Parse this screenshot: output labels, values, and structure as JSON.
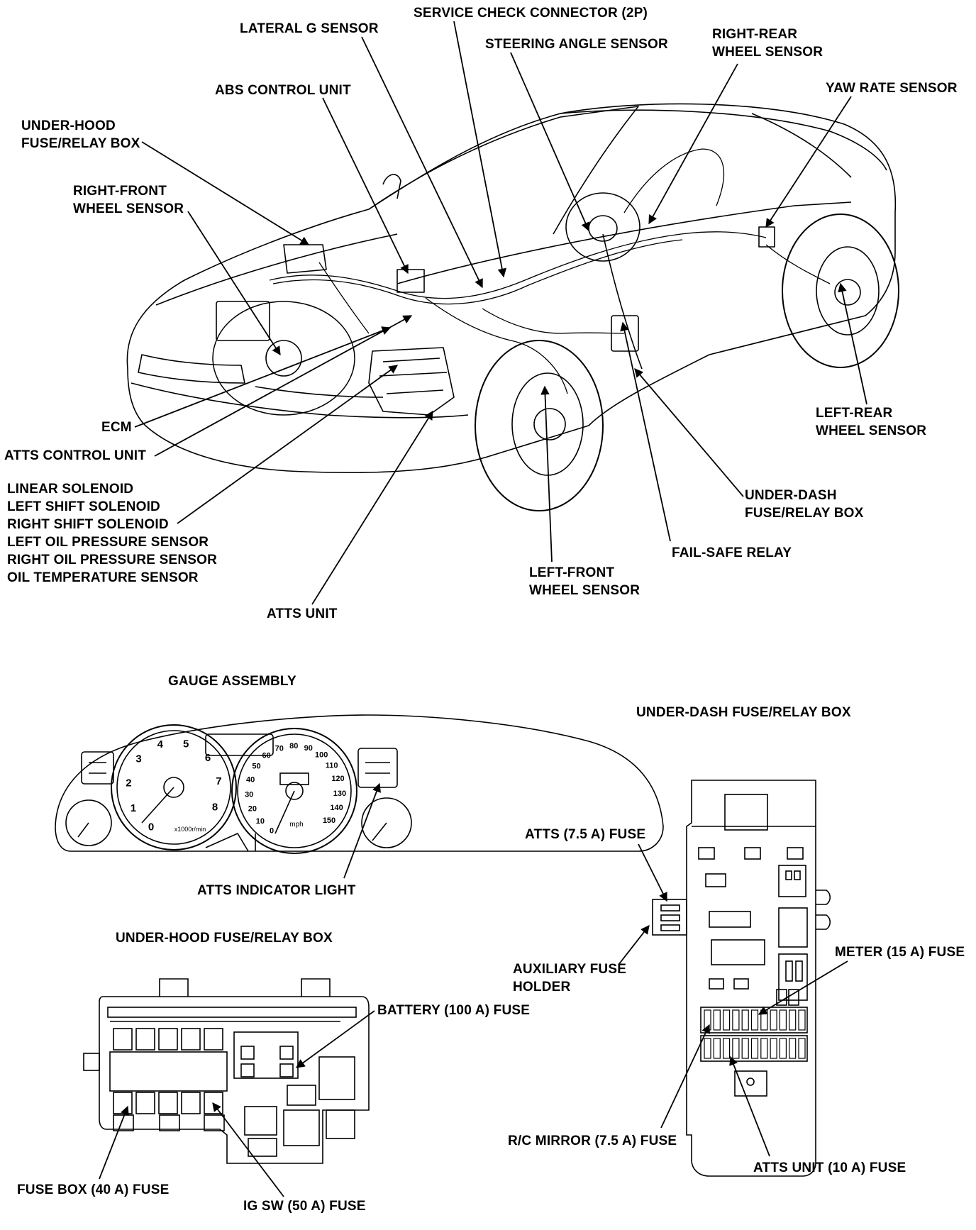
{
  "labels": {
    "service_check_connector": "SERVICE CHECK CONNECTOR (2P)",
    "lateral_g_sensor": "LATERAL G SENSOR",
    "steering_angle_sensor": "STEERING ANGLE SENSOR",
    "right_rear_wheel_sensor": [
      "RIGHT-REAR",
      "WHEEL SENSOR"
    ],
    "yaw_rate_sensor": "YAW RATE SENSOR",
    "abs_control_unit": "ABS CONTROL UNIT",
    "under_hood_fuse_relay_box": [
      "UNDER-HOOD",
      "FUSE/RELAY BOX"
    ],
    "right_front_wheel_sensor": [
      "RIGHT-FRONT",
      "WHEEL SENSOR"
    ],
    "ecm": "ECM",
    "atts_control_unit": "ATTS CONTROL UNIT",
    "solenoid_sensor_group": [
      "LINEAR SOLENOID",
      "LEFT SHIFT SOLENOID",
      "RIGHT SHIFT SOLENOID",
      "LEFT OIL PRESSURE SENSOR",
      "RIGHT OIL PRESSURE SENSOR",
      "OIL TEMPERATURE SENSOR"
    ],
    "atts_unit": "ATTS UNIT",
    "left_front_wheel_sensor": [
      "LEFT-FRONT",
      "WHEEL SENSOR"
    ],
    "fail_safe_relay": "FAIL-SAFE RELAY",
    "under_dash_fuse_relay_box": [
      "UNDER-DASH",
      "FUSE/RELAY BOX"
    ],
    "left_rear_wheel_sensor": [
      "LEFT-REAR",
      "WHEEL SENSOR"
    ],
    "gauge_assembly": "GAUGE ASSEMBLY",
    "atts_indicator_light": "ATTS INDICATOR LIGHT",
    "under_hood_fuse_relay_box_title": "UNDER-HOOD FUSE/RELAY BOX",
    "battery_fuse": "BATTERY (100 A) FUSE",
    "fuse_box_fuse": "FUSE BOX (40 A) FUSE",
    "ig_sw_fuse": "IG SW (50 A) FUSE",
    "under_dash_fuse_relay_box_title": "UNDER-DASH FUSE/RELAY BOX",
    "atts_fuse": "ATTS (7.5 A) FUSE",
    "auxiliary_fuse_holder": [
      "AUXILIARY FUSE",
      "HOLDER"
    ],
    "meter_fuse": "METER (15 A) FUSE",
    "rc_mirror_fuse": "R/C MIRROR (7.5 A) FUSE",
    "atts_unit_fuse": "ATTS UNIT (10 A) FUSE"
  },
  "gauges": {
    "tach_numbers": [
      "0",
      "1",
      "2",
      "3",
      "4",
      "5",
      "6",
      "7",
      "8"
    ],
    "tach_unit": "x1000r/min",
    "speedo_numbers": [
      "0",
      "10",
      "20",
      "30",
      "40",
      "50",
      "60",
      "70",
      "80",
      "90",
      "100",
      "110",
      "120",
      "130",
      "140",
      "150"
    ],
    "speedo_unit": "mph"
  }
}
